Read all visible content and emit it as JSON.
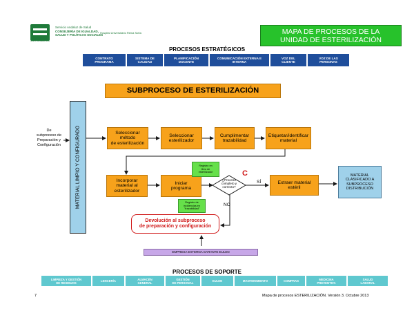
{
  "header": {
    "org_small": "Servicio Andaluz de Salud",
    "org_line1": "CONSEJERÍA DE IGUALDAD,",
    "org_line2": "SALUD Y POLÍTICAS SOCIALES",
    "hospital": "Hospital Universitario Reina Sofía",
    "logo_caption": "JUNTA DE ANDALUCIA",
    "title_line1": "MAPA DE PROCESOS DE LA",
    "title_line2": "UNIDAD DE ESTERILIZACIÓN"
  },
  "strategic": {
    "title": "PROCESOS ESTRATÉGICOS",
    "items": [
      {
        "line1": "CONTRATO",
        "line2": "PROGRAMA"
      },
      {
        "line1": "SISTEMA DE",
        "line2": "CALIDAD"
      },
      {
        "line1": "PLANIFICACIÓN",
        "line2": "DOCENTE"
      },
      {
        "line1": "COMUNICACIÓN EXTERNA E",
        "line2": "INTERNA"
      },
      {
        "line1": "VOZ DEL",
        "line2": "CLIENTE"
      },
      {
        "line1": "VOZ DE LAS",
        "line2": "PERSONAS"
      }
    ]
  },
  "subprocess": {
    "title": "SUBPROCESO DE ESTERILIZACIÓN",
    "vertical_label": "MATERIAL LIMPIO Y CONFIGURADO",
    "input": {
      "line1": "De",
      "line2": "subproceso de",
      "line3": "Preparación y",
      "line4": "Configuración"
    },
    "row1": [
      {
        "line1": "Seleccionar",
        "line2": "método",
        "line3": "de esterilización"
      },
      {
        "line1": "Seleccionar",
        "line2": "esterilizador"
      },
      {
        "line1": "Cumplimentar",
        "line2": "trazabilidad"
      },
      {
        "line1": "Etiquetar/identificar",
        "line2": "material"
      }
    ],
    "row2": [
      {
        "line1": "Incorporar",
        "line2": "material al",
        "line3": "esterilizador"
      },
      {
        "line1": "Iniciar",
        "line2": "programa"
      },
      {
        "line1": "Extraer material",
        "line2": "estéril"
      }
    ],
    "decision": {
      "line1": "¿Proceso",
      "line2": "completo y",
      "line3": "correcto?"
    },
    "decision_mark": "C",
    "yes_label": "SÍ",
    "no_label": "NO",
    "note1": {
      "line1": "Registro en",
      "line2": "libro de",
      "line3": "esterilizador"
    },
    "note2": {
      "line1": "Registro de",
      "line2": "incidencias en",
      "line3": "\"trazabilidad\""
    },
    "return_box": {
      "line1": "Devolución al subproceso",
      "line2": "de preparación y configuración"
    },
    "output": {
      "line1": "MATERIAL",
      "line2": "CLASIFICADO A",
      "line3": "SUBPROCESO",
      "line4": "DISTRIBUCIÓN"
    },
    "company": "EMPRESA EXTERNA GARANTE EULEN"
  },
  "support": {
    "title": "PROCESOS DE SOPORTE",
    "items": [
      {
        "line1": "LIMPIEZA Y GESTIÓN",
        "line2": "DE RESIDUOS"
      },
      {
        "line1": "LENCERÍA",
        "line2": ""
      },
      {
        "line1": "ALMACÉN",
        "line2": "GENERAL"
      },
      {
        "line1": "GESTIÓN",
        "line2": "DE PERSONAL"
      },
      {
        "line1": "EULEN",
        "line2": ""
      },
      {
        "line1": "MANTENIMIENTO",
        "line2": ""
      },
      {
        "line1": "COMPRAS",
        "line2": ""
      },
      {
        "line1": "MEDICINA",
        "line2": "PREVENTIVA"
      },
      {
        "line1": "SALUD",
        "line2": "LABORAL"
      }
    ]
  },
  "footer": {
    "page_number": "7",
    "text": "Mapa de procesos ESTERILIZACIÓN. Versión 3. Octubre 2013"
  },
  "colors": {
    "process_box": "#f7a21b",
    "strategic_box": "#1f4e9b",
    "support_box": "#5fc8cf",
    "title_box": "#27c22b",
    "vertical_bar": "#9fd1ea",
    "note": "#66e04a",
    "company_box": "#c7a7e8",
    "accent_red": "#d01818"
  }
}
